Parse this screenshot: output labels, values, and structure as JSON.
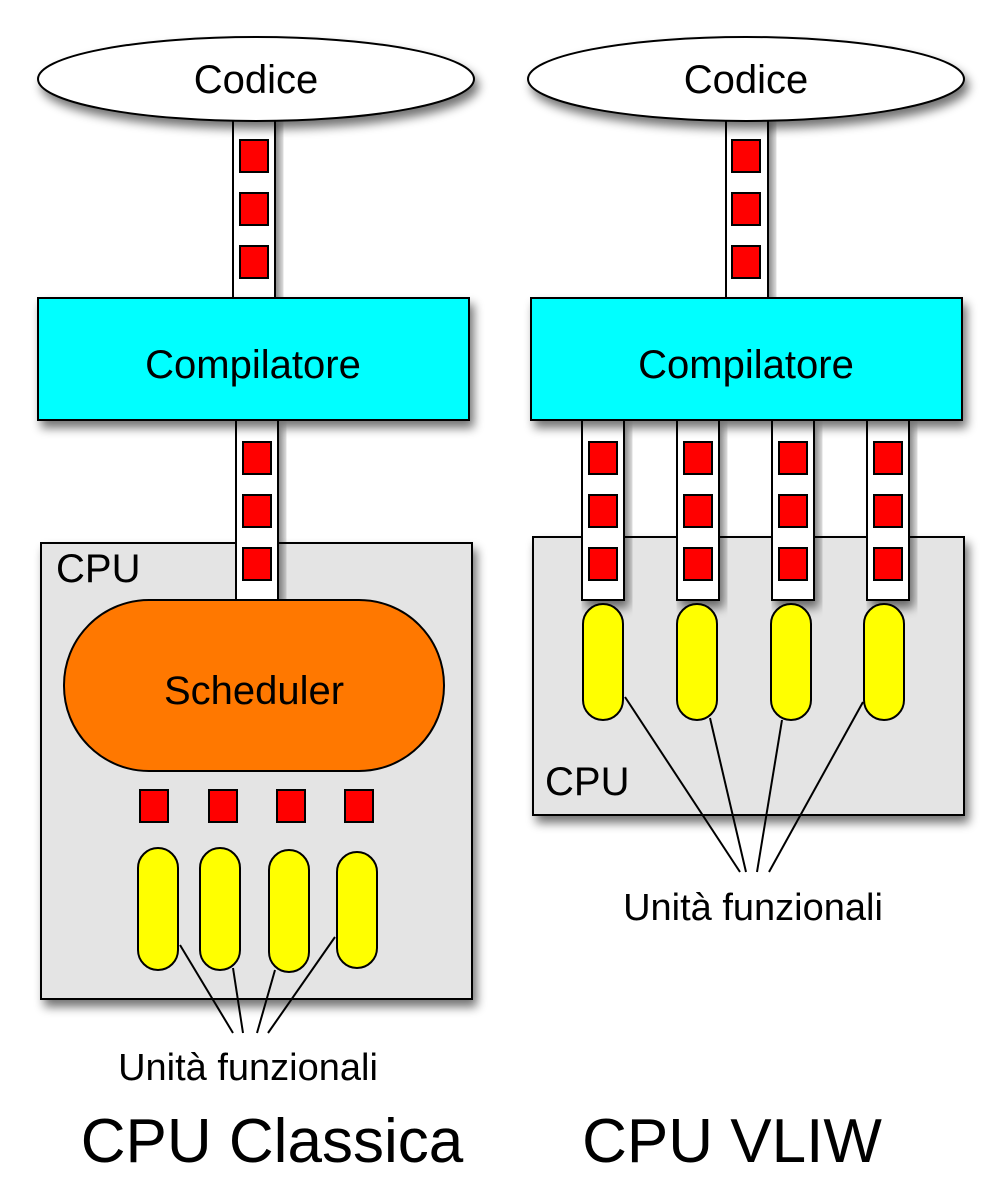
{
  "colors": {
    "code": "#ffffff",
    "compiler": "#00ffff",
    "cpu": "#e4e4e4",
    "scheduler": "#ff7800",
    "instruction": "#ff0000",
    "functional_unit": "#ffff00",
    "pipe": "#ffffff"
  },
  "classic": {
    "code_label": "Codice",
    "compiler_label": "Compilatore",
    "cpu_label": "CPU",
    "scheduler_label": "Scheduler",
    "units_label": "Unità funzionali",
    "caption": "CPU Classica",
    "instructions_code_to_compiler": 3,
    "instructions_compiler_to_cpu": 3,
    "scheduled_instructions": 4,
    "functional_units": 4
  },
  "vliw": {
    "code_label": "Codice",
    "compiler_label": "Compilatore",
    "cpu_label": "CPU",
    "units_label": "Unità funzionali",
    "caption": "CPU VLIW",
    "instructions_code_to_compiler": 3,
    "parallel_streams": 4,
    "instructions_per_stream": 3,
    "functional_units": 4
  }
}
